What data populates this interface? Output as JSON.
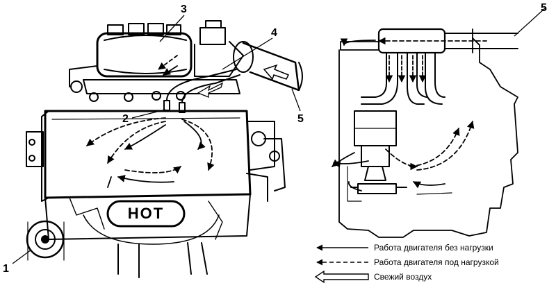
{
  "callouts": {
    "c1": "1",
    "c2": "2",
    "c3": "3",
    "c4": "4",
    "c5_left": "5",
    "c5_right": "5"
  },
  "engine_badge": "HOT",
  "legend": {
    "no_load": "Работа двигателя без нагрузки",
    "under_load": "Работа двигателя под нагрузкой",
    "fresh_air": "Свежий воздух"
  },
  "colors": {
    "ink": "#000000",
    "background": "#ffffff"
  }
}
